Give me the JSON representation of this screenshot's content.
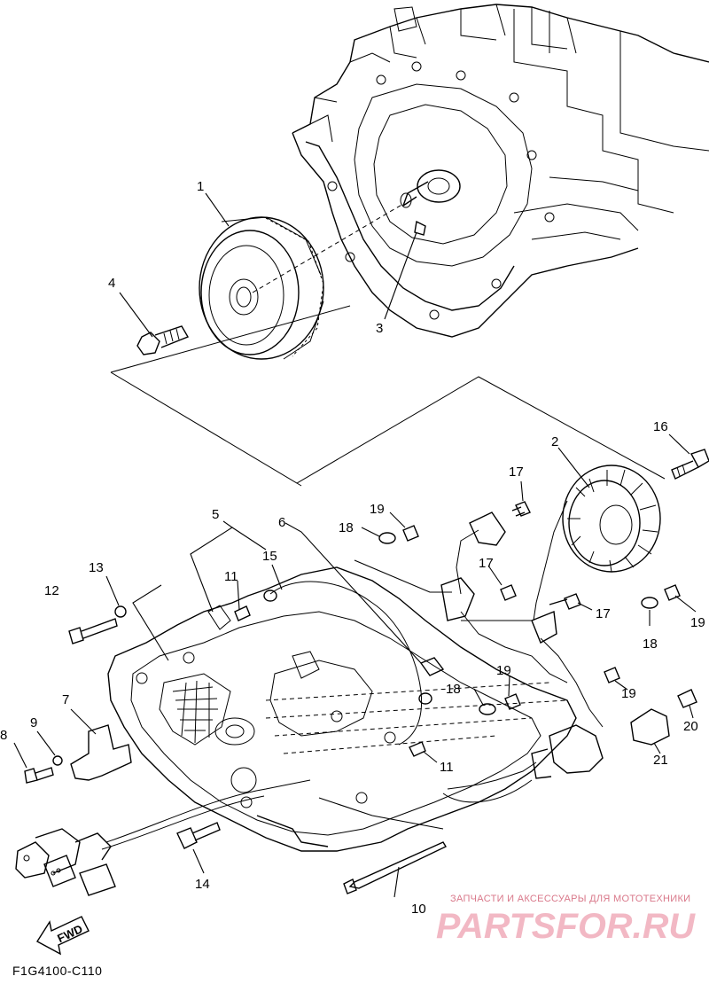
{
  "diagram": {
    "callouts": [
      {
        "id": "c1",
        "text": "1"
      },
      {
        "id": "c2",
        "text": "2"
      },
      {
        "id": "c3",
        "text": "3"
      },
      {
        "id": "c4",
        "text": "4"
      },
      {
        "id": "c5",
        "text": "5"
      },
      {
        "id": "c6",
        "text": "6"
      },
      {
        "id": "c7",
        "text": "7"
      },
      {
        "id": "c8",
        "text": "8"
      },
      {
        "id": "c9",
        "text": "9"
      },
      {
        "id": "c10",
        "text": "10"
      },
      {
        "id": "c11a",
        "text": "11"
      },
      {
        "id": "c11b",
        "text": "11"
      },
      {
        "id": "c12",
        "text": "12"
      },
      {
        "id": "c13",
        "text": "13"
      },
      {
        "id": "c14",
        "text": "14"
      },
      {
        "id": "c15",
        "text": "15"
      },
      {
        "id": "c16",
        "text": "16"
      },
      {
        "id": "c17a",
        "text": "17"
      },
      {
        "id": "c17b",
        "text": "17"
      },
      {
        "id": "c17c",
        "text": "17"
      },
      {
        "id": "c18a",
        "text": "18"
      },
      {
        "id": "c18b",
        "text": "18"
      },
      {
        "id": "c18c",
        "text": "18"
      },
      {
        "id": "c19a",
        "text": "19"
      },
      {
        "id": "c19b",
        "text": "19"
      },
      {
        "id": "c19c",
        "text": "19"
      },
      {
        "id": "c19d",
        "text": "19"
      },
      {
        "id": "c20",
        "text": "20"
      },
      {
        "id": "c21",
        "text": "21"
      }
    ],
    "fwd_label": "FWD",
    "diagram_code": "F1G4100-C110",
    "watermark": {
      "tagline": "ЗАПЧАСТИ И АКСЕССУАРЫ ДЛЯ МОТОТЕХНИКИ",
      "brand": "PARTSFOR.RU"
    }
  }
}
